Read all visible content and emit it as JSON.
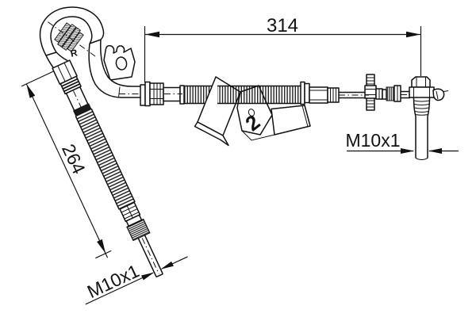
{
  "drawing": {
    "background_color": "#ffffff",
    "line_color": "#111111",
    "dimensions": {
      "overall_length_label": "314",
      "hose_length_label": "264",
      "left_thread_label": "M10x1",
      "right_thread_label": "M10x1"
    },
    "markings": {
      "hose_print": "R",
      "bracket_stamp": "2"
    }
  }
}
